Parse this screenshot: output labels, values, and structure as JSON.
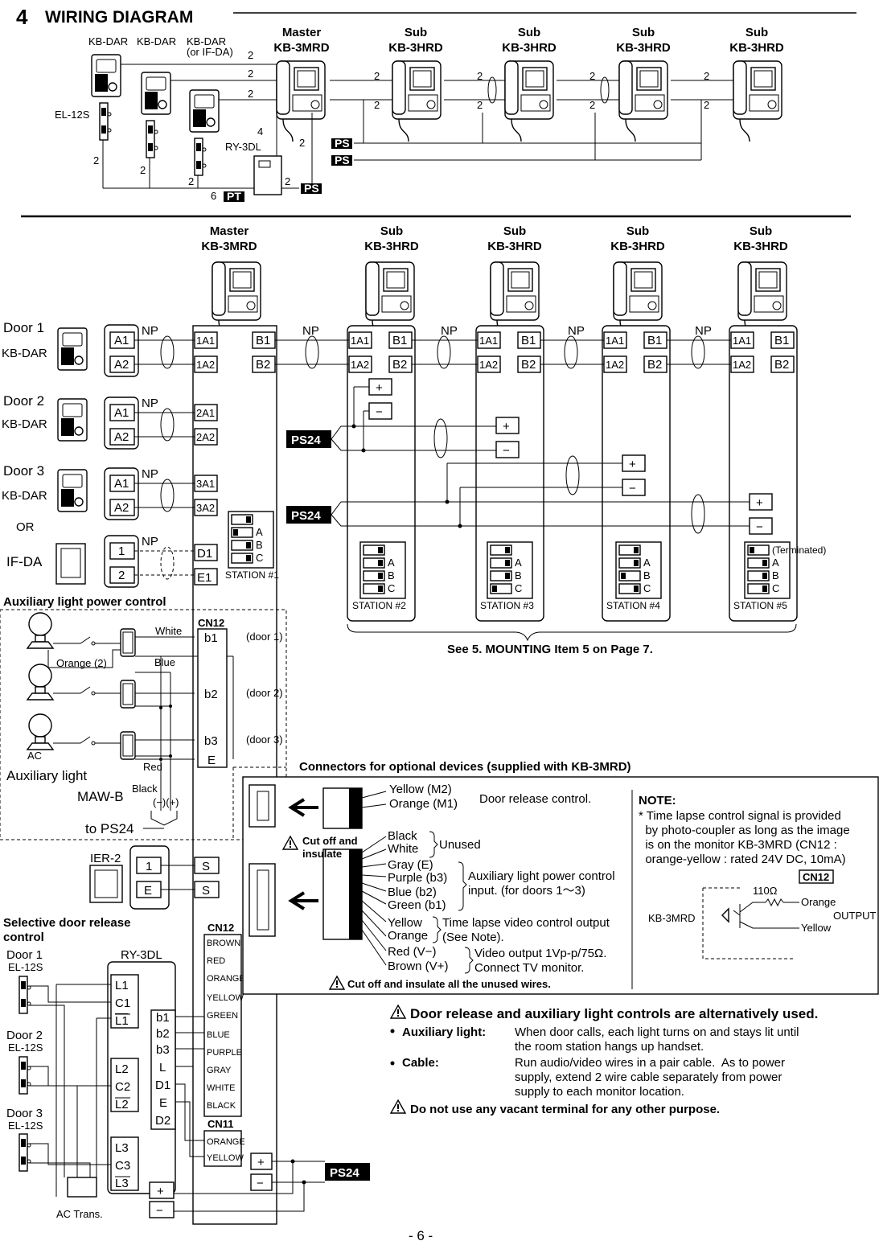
{
  "section": {
    "number": "4",
    "title": "WIRING DIAGRAM"
  },
  "top": {
    "master": {
      "role": "Master",
      "model": "KB-3MRD"
    },
    "subs": [
      {
        "role": "Sub",
        "model": "KB-3HRD"
      },
      {
        "role": "Sub",
        "model": "KB-3HRD"
      },
      {
        "role": "Sub",
        "model": "KB-3HRD"
      },
      {
        "role": "Sub",
        "model": "KB-3HRD"
      }
    ],
    "door_stations": [
      "KB-DAR",
      "KB-DAR",
      "KB-DAR"
    ],
    "door_station_alt": "(or IF-DA)",
    "lock_label": "EL-12S",
    "relay_label": "RY-3DL",
    "wire_counts": {
      "two": "2",
      "four": "4",
      "six": "6"
    },
    "tags": {
      "ps": "PS",
      "pt": "PT"
    }
  },
  "bottom": {
    "master": {
      "role": "Master",
      "model": "KB-3MRD"
    },
    "subs": [
      {
        "role": "Sub",
        "model": "KB-3HRD"
      },
      {
        "role": "Sub",
        "model": "KB-3HRD"
      },
      {
        "role": "Sub",
        "model": "KB-3HRD"
      },
      {
        "role": "Sub",
        "model": "KB-3HRD"
      }
    ],
    "doors": [
      {
        "label": "Door 1",
        "model": "KB-DAR"
      },
      {
        "label": "Door 2",
        "model": "KB-DAR"
      },
      {
        "label": "Door 3",
        "model": "KB-DAR"
      }
    ],
    "or_label": "OR",
    "ifda_label": "IF-DA",
    "np": "NP",
    "door_terminals": [
      "A1",
      "A2"
    ],
    "ifda_terminals": [
      "1",
      "2"
    ],
    "master_terminals": [
      "1A1",
      "1A2",
      "2A1",
      "2A2",
      "3A1",
      "3A2",
      "D1",
      "E1"
    ],
    "bus_terminals": [
      "B1",
      "B2"
    ],
    "sub_terminals": [
      "1A1",
      "1A2"
    ],
    "ps24": "PS24",
    "plus": "+",
    "minus": "−",
    "dip_letters": [
      "A",
      "B",
      "C"
    ],
    "stations": [
      "STATION #1",
      "STATION #2",
      "STATION #3",
      "STATION #4",
      "STATION #5"
    ],
    "terminated": "(Terminated)",
    "see_mounting": "See 5. MOUNTING Item 5 on Page 7."
  },
  "aux": {
    "title": "Auxiliary light power control",
    "white": "White",
    "blue": "Blue",
    "orange": "Orange (2)",
    "red": "Red",
    "black": "Black",
    "ac": "AC",
    "aux_light": "Auxiliary light",
    "mawb": "MAW-B",
    "polarity": "(−)(+)",
    "to_ps24": "to PS24",
    "cn12": "CN12",
    "terms": [
      "b1",
      "b2",
      "b3",
      "E"
    ],
    "doors": [
      "(door 1)",
      "(door 2)",
      "(door 3)"
    ]
  },
  "ier": {
    "label": "IER-2",
    "left_terms": [
      "1",
      "E"
    ],
    "right_terms": [
      "S",
      "S"
    ]
  },
  "selective": {
    "title_line1": "Selective door release",
    "title_line2": "control",
    "doors": [
      {
        "label": "Door 1",
        "model": "EL-12S"
      },
      {
        "label": "Door 2",
        "model": "EL-12S"
      },
      {
        "label": "Door 3",
        "model": "EL-12S"
      }
    ],
    "relay": "RY-3DL",
    "relay_left_terms": [
      "L1",
      "C1",
      "L1",
      "L2",
      "C2",
      "L2",
      "L3",
      "C3",
      "L3"
    ],
    "relay_right_terms": [
      "b1",
      "b2",
      "b3",
      "L",
      "D1",
      "E",
      "D2"
    ],
    "ac_trans": "AC Trans.",
    "cn12": "CN12",
    "cn12_wires": [
      "BROWN",
      "RED",
      "ORANGE",
      "YELLOW",
      "GREEN",
      "BLUE",
      "PURPLE",
      "GRAY",
      "WHITE",
      "BLACK"
    ],
    "cn11": "CN11",
    "cn11_wires": [
      "ORANGE",
      "YELLOW"
    ],
    "ps24": "PS24"
  },
  "connectors": {
    "title": "Connectors for optional devices (supplied with KB-3MRD)",
    "small_wires": [
      "Yellow  (M2)",
      "Orange (M1)"
    ],
    "door_release": "Door release control.",
    "cut_off": [
      "Cut off and",
      "insulate"
    ],
    "big_wires": [
      "Black",
      "White",
      "Gray    (E)",
      "Purple (b3)",
      "Blue    (b2)",
      "Green (b1)",
      "Yellow",
      "Orange",
      "Red      (V−)",
      "Brown (V+)"
    ],
    "unused": "Unused",
    "aux_ctrl": [
      "Auxiliary light power control",
      "input. (for doors 1～3)"
    ],
    "timelapse": [
      "Time lapse video control output",
      "(See Note)."
    ],
    "video": [
      "Video output 1Vp-p/75Ω.",
      "Connect TV monitor."
    ],
    "cut_all": "Cut off and insulate all the unused wires.",
    "note_title": "NOTE:",
    "note_lines": [
      "* Time lapse control signal is provided",
      "  by photo-coupler as long as the image",
      "  is on the monitor KB-3MRD (CN12 :",
      "  orange-yellow : rated 24V DC, 10mA)"
    ],
    "note_cn12": "CN12",
    "note_device": "KB-3MRD",
    "note_res": "110Ω",
    "note_orange": "Orange",
    "note_yellow": "Yellow",
    "note_output": "OUTPUT"
  },
  "warnings": {
    "alt": "Door release and auxiliary light controls are alternatively used.",
    "aux_key": "Auxiliary light:",
    "aux_text": [
      "When door calls, each light turns on and stays lit until",
      "the room station hangs up handset."
    ],
    "cable_key": "Cable:",
    "cable_text": [
      "Run audio/video wires in a pair cable.  As to power",
      "supply, extend 2 wire cable separately from power",
      "supply to each monitor location."
    ],
    "vacant": "Do not use any vacant terminal for any other purpose."
  },
  "page_number": "- 6 -"
}
